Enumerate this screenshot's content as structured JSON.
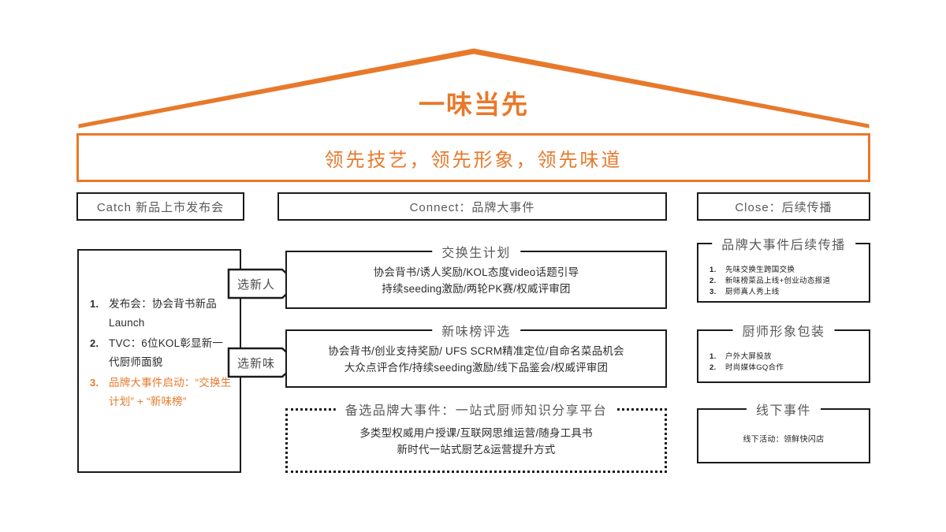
{
  "roof": {
    "title": "一味当先",
    "accent_color": "#E8792B"
  },
  "slogan": {
    "text": "领先技艺，领先形象，领先味道"
  },
  "headers": {
    "catch": "Catch 新品上市发布会",
    "connect": "Connect：品牌大事件",
    "close": "Close：后续传播"
  },
  "left_panel": {
    "items": [
      {
        "num": "1.",
        "text": "发布会：协会背书新品Launch",
        "accent": false
      },
      {
        "num": "2.",
        "text": "TVC：6位KOL彰显新一代厨师面貌",
        "accent": false
      },
      {
        "num": "3.",
        "text": "品牌大事件启动：“交换生计划” + “新味榜”",
        "accent": true
      }
    ]
  },
  "chevrons": [
    {
      "label": "选新人"
    },
    {
      "label": "选新味"
    }
  ],
  "middle_boxes": [
    {
      "title": "交换生计划",
      "lines": [
        "协会背书/诱人奖励/KOL态度video话题引导",
        "持续seeding激励/两轮PK赛/权威评审团"
      ],
      "border": "solid"
    },
    {
      "title": "新味榜评选",
      "lines": [
        "协会背书/创业支持奖励/ UFS SCRM精准定位/自命名菜品机会",
        "大众点评合作/持续seeding激励/线下品鉴会/权威评审团"
      ],
      "border": "solid"
    },
    {
      "title": "备选品牌大事件：一站式厨师知识分享平台",
      "lines": [
        "多类型权威用户授课/互联网思维运营/随身工具书",
        "新时代一站式厨艺&运营提升方式"
      ],
      "border": "dotted"
    }
  ],
  "right_boxes": [
    {
      "title": "品牌大事件后续传播",
      "items": [
        {
          "num": "1.",
          "text": "先味交换生跨国交换"
        },
        {
          "num": "2.",
          "text": "新味榜菜品上线+创业动态报道"
        },
        {
          "num": "3.",
          "text": "厨师真人秀上线"
        }
      ]
    },
    {
      "title": "厨师形象包装",
      "items": [
        {
          "num": "1.",
          "text": "户外大屏投放"
        },
        {
          "num": "2.",
          "text": "时尚媒体GQ合作"
        }
      ]
    },
    {
      "title": "线下事件",
      "single": "线下活动：领鲜快闪店"
    }
  ]
}
